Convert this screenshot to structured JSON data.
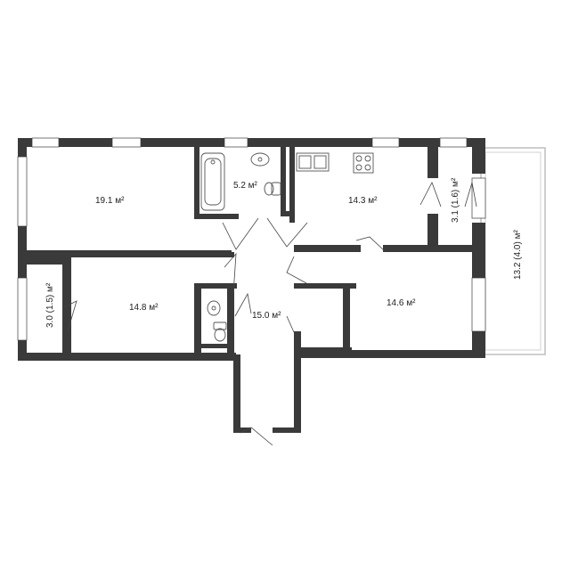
{
  "plan": {
    "rooms": [
      {
        "id": "living-room",
        "label": "19.1 м²"
      },
      {
        "id": "bathroom",
        "label": "5.2 м²"
      },
      {
        "id": "kitchen",
        "label": "14.3 м²"
      },
      {
        "id": "balcony-right",
        "label": "3.1 (1.6) м²"
      },
      {
        "id": "terrace",
        "label": "13.2 (4.0) м²"
      },
      {
        "id": "balcony-left",
        "label": "3.0 (1.5) м²"
      },
      {
        "id": "bedroom-left",
        "label": "14.8 м²"
      },
      {
        "id": "hallway",
        "label": "15.0 м²"
      },
      {
        "id": "bedroom-right",
        "label": "14.6 м²"
      }
    ]
  },
  "colors": {
    "wall": "#3a3a3a",
    "window": "#ffffff",
    "fixture_stroke": "#555555",
    "background": "#ffffff"
  }
}
